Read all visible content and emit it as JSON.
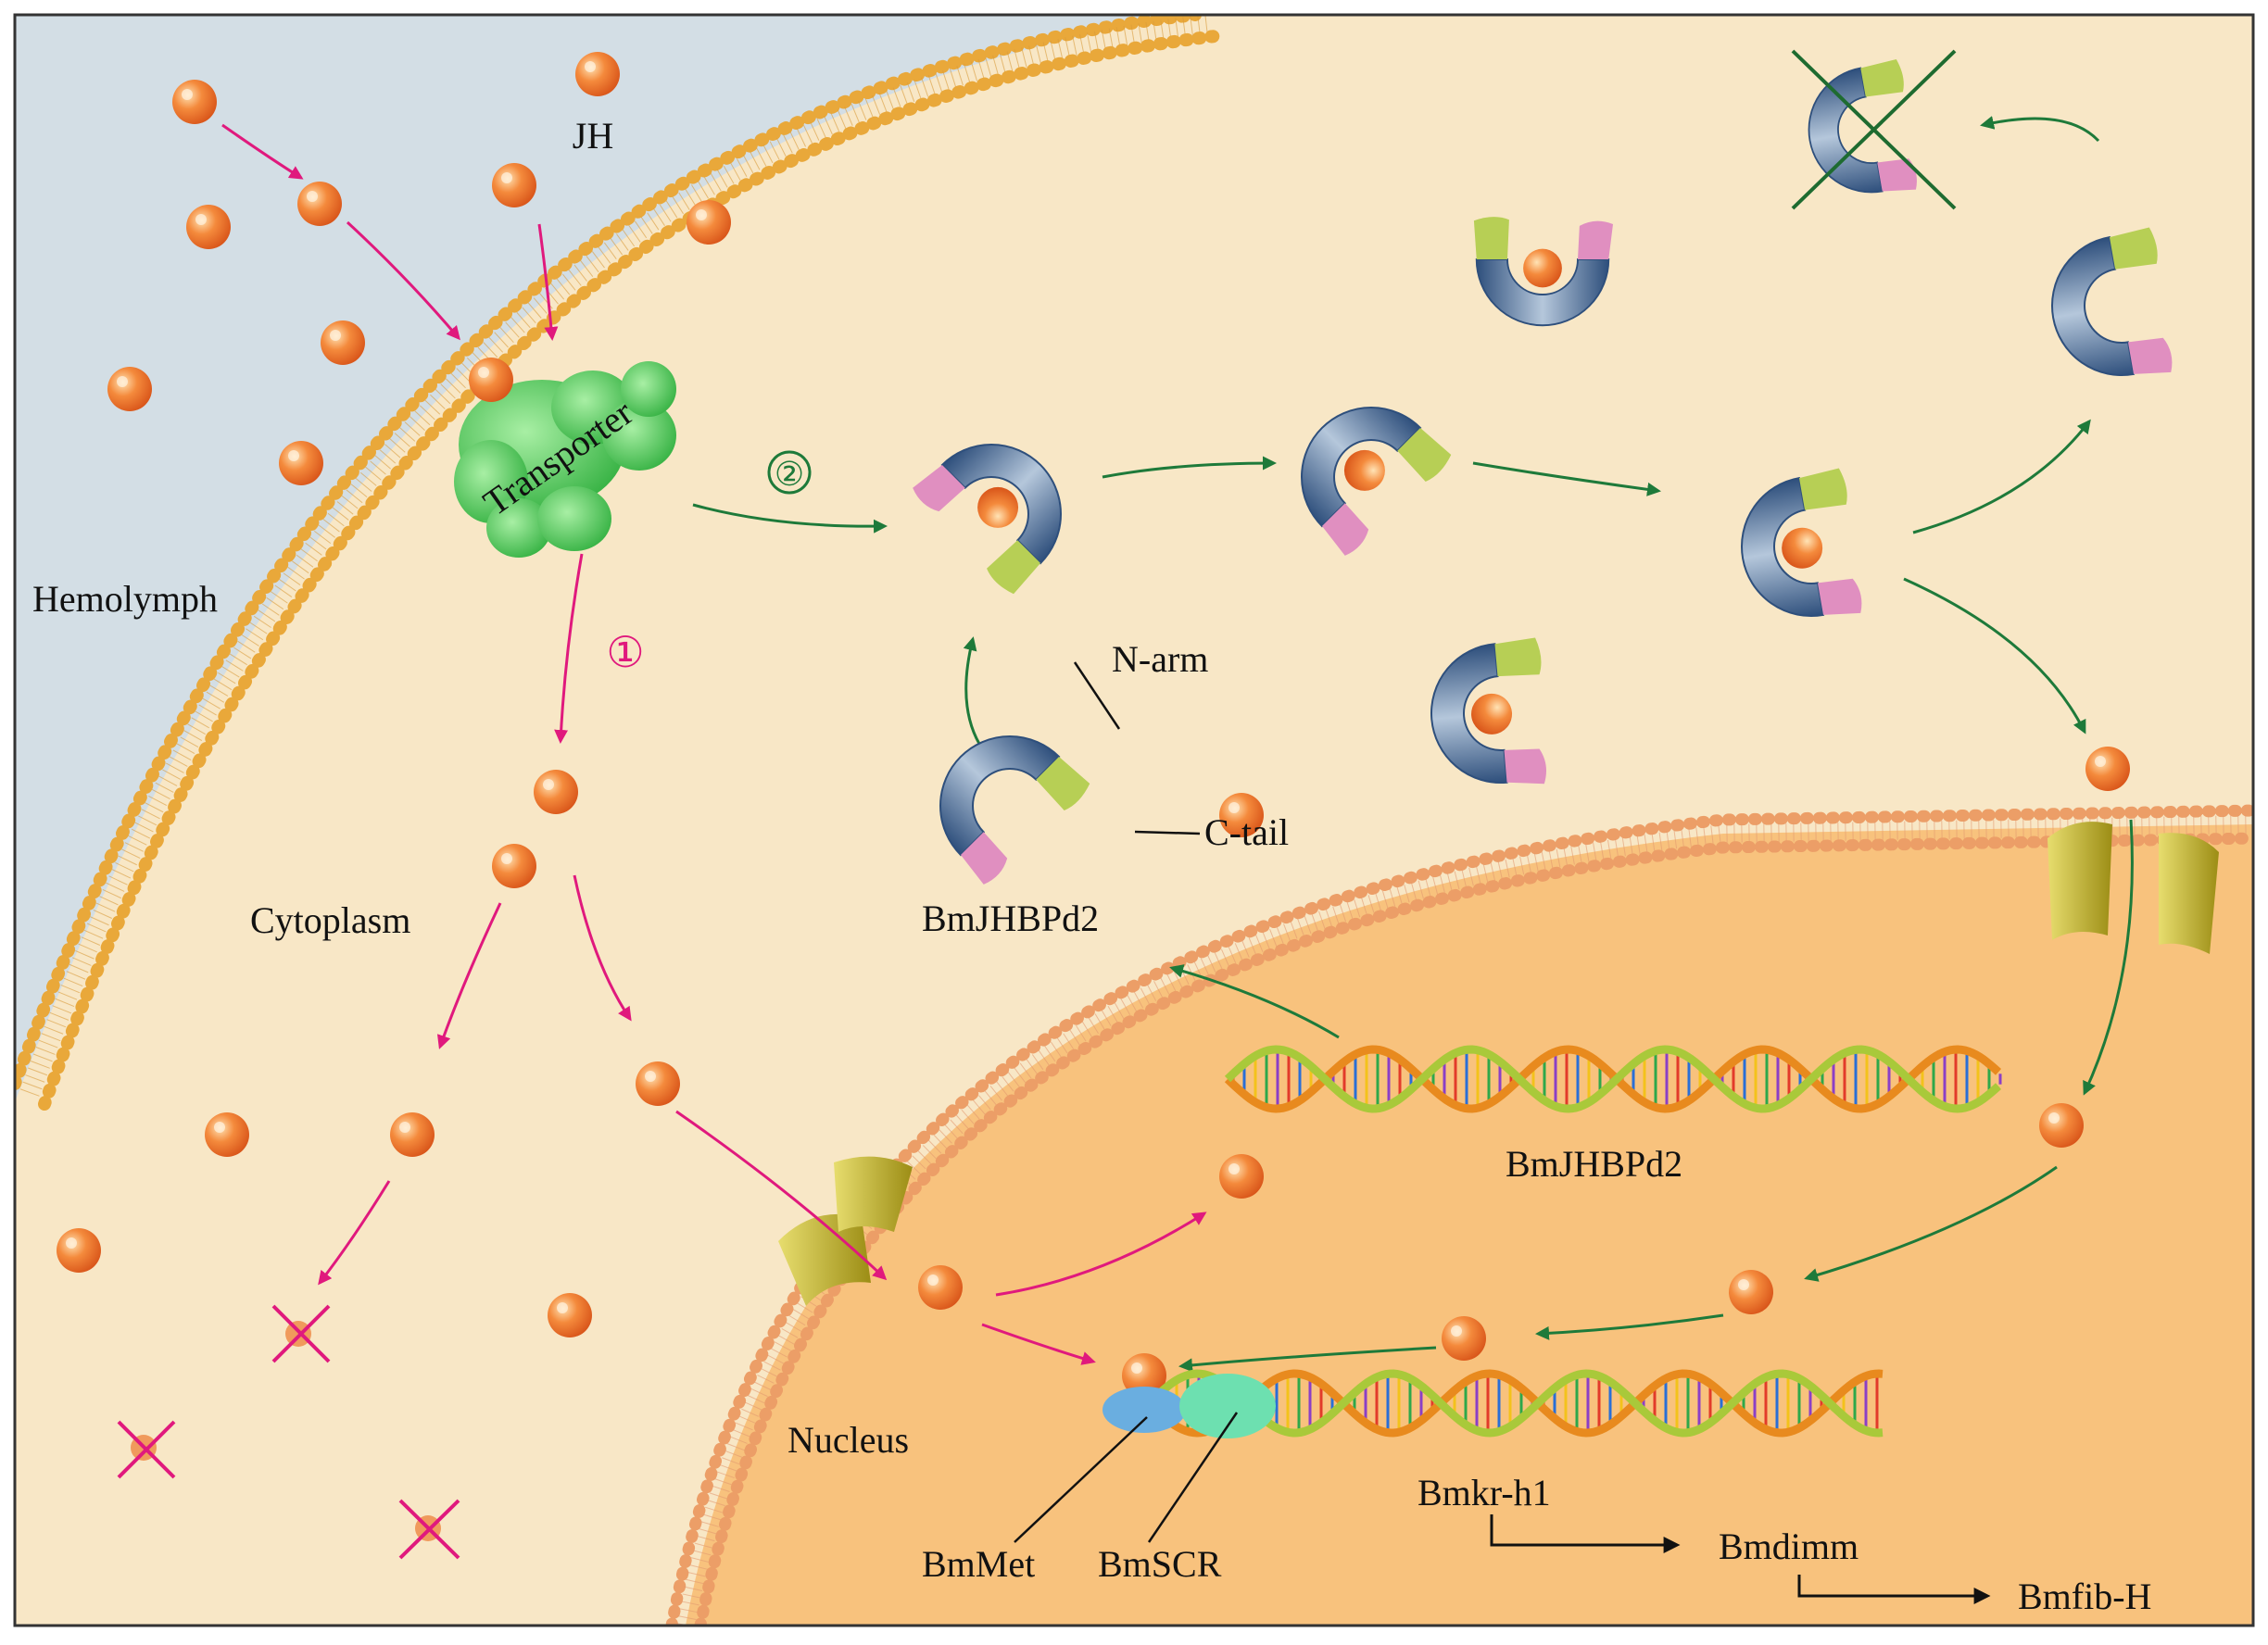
{
  "labels": {
    "jh": "JH",
    "hemolymph": "Hemolymph",
    "transporter": "Transporter",
    "cytoplasm": "Cytoplasm",
    "nucleus": "Nucleus",
    "n_arm": "N-arm",
    "c_tail": "C-tail",
    "bmjhbpd2_protein": "BmJHBPd2",
    "bmjhbpd2_gene": "BmJHBPd2",
    "bmmet": "BmMet",
    "bmscr": "BmSCR",
    "bmkr_h1": "Bmkr-h1",
    "bmdimm": "Bmdimm",
    "bmfib_h": "Bmfib-H",
    "pathway_1": "①",
    "pathway_2": "②"
  },
  "colors": {
    "hemolymph": "#d3dee5",
    "cytoplasm": "#f8e7c6",
    "nucleus": "#f8c27d",
    "cell_membrane": "#eaa93a",
    "nuclear_membrane": "#f0a56a",
    "jh_molecule": "#f07a2a",
    "transporter": "#3dbb45",
    "pathway_1_arrow": "#e0197d",
    "pathway_2_arrow": "#1e7a3a",
    "protein_body": "#4a6d96",
    "n_arm": "#b7cf55",
    "c_tail": "#e08fc0",
    "nuclear_pore": "#c3b52e",
    "bmmet": "#6aaee0",
    "bmscr": "#6de0b0"
  }
}
